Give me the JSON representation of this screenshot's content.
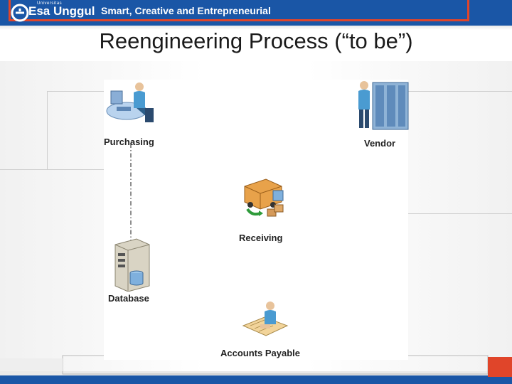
{
  "header": {
    "brand_small": "Universitas",
    "brand": "Esa Unggul",
    "tagline": "Smart, Creative and Entrepreneurial"
  },
  "slide": {
    "title": "Reengineering Process (“to be”)"
  },
  "diagram": {
    "nodes": [
      {
        "id": "purchasing",
        "label": "Purchasing",
        "icon": "person-at-computer-icon"
      },
      {
        "id": "vendor",
        "label": "Vendor",
        "icon": "person-with-server-icon"
      },
      {
        "id": "receiving",
        "label": "Receiving",
        "icon": "delivery-truck-icon"
      },
      {
        "id": "database",
        "label": "Database",
        "icon": "database-server-icon"
      },
      {
        "id": "accounts_payable",
        "label": "Accounts Payable",
        "icon": "person-at-desk-icon"
      }
    ]
  },
  "colors": {
    "header_blue": "#1a56a6",
    "accent_red": "#e0452a"
  }
}
